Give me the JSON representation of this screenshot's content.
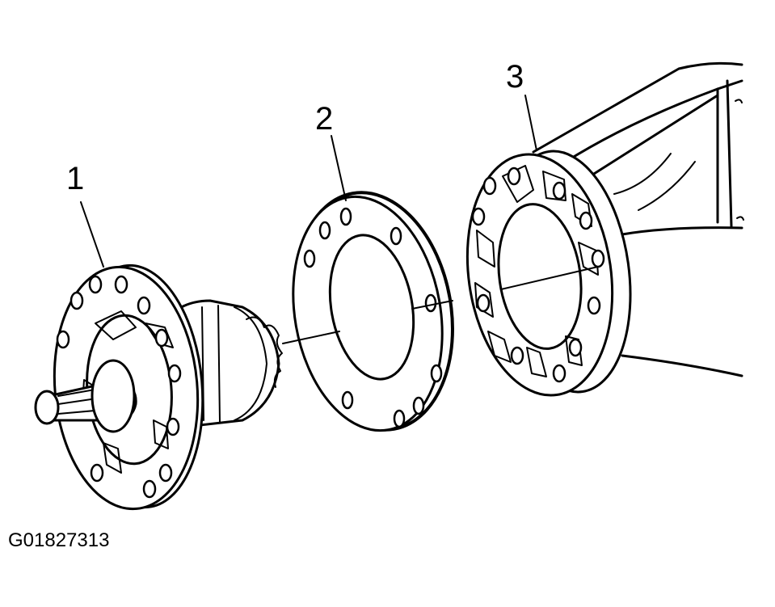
{
  "callouts": {
    "part1": "1",
    "part2": "2",
    "part3": "3"
  },
  "figure_id": "G01827313",
  "colors": {
    "line": "#000000",
    "background": "#ffffff"
  }
}
